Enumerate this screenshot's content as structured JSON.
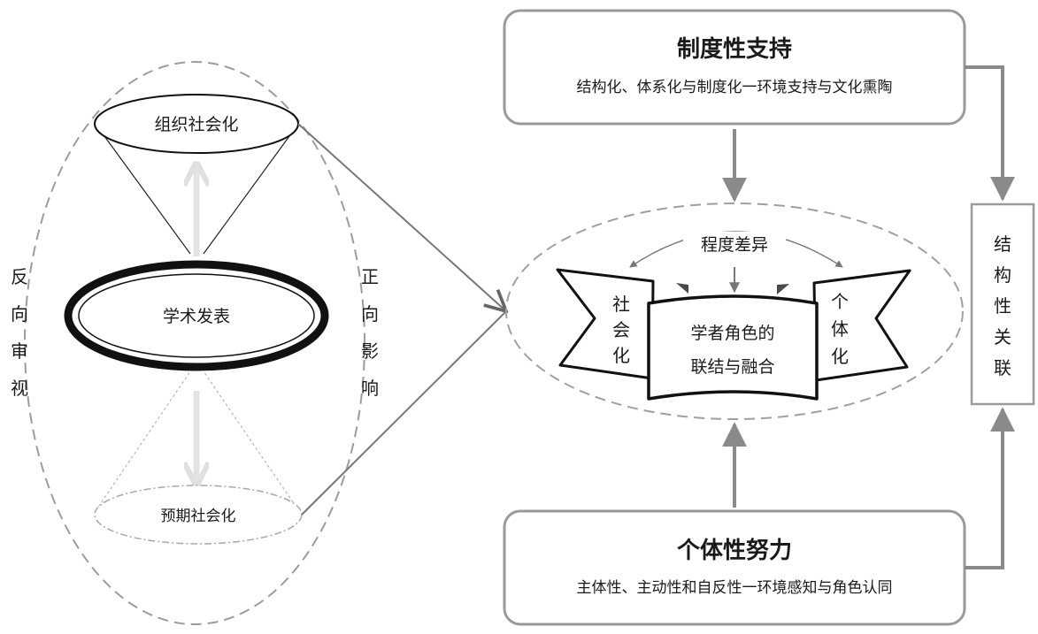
{
  "left": {
    "top_cone_label": "组织社会化",
    "center_label": "学术发表",
    "bottom_cone_label": "预期社会化",
    "left_side_label": [
      "反",
      "向",
      "审",
      "视"
    ],
    "right_side_label": [
      "正",
      "向",
      "影",
      "响"
    ]
  },
  "top_box": {
    "title": "制度性支持",
    "subtitle": "结构化、体系化与制度化一环境支持与文化熏陶"
  },
  "bottom_box": {
    "title": "个体性努力",
    "subtitle": "主体性、主动性和自反性一环境感知与角色认同"
  },
  "right_box": {
    "label": [
      "结",
      "构",
      "性",
      "关",
      "联"
    ]
  },
  "center": {
    "degree_label": "程度差异",
    "left_ribbon": [
      "社",
      "会",
      "化"
    ],
    "right_ribbon": [
      "个",
      "体",
      "化"
    ],
    "core_line1": "学者角色的",
    "core_line2": "联结与融合"
  },
  "colors": {
    "stroke_dark": "#111111",
    "stroke_gray": "#999999",
    "arrow_gray": "#8a8a8a",
    "arrow_light": "#e3e3e3"
  }
}
